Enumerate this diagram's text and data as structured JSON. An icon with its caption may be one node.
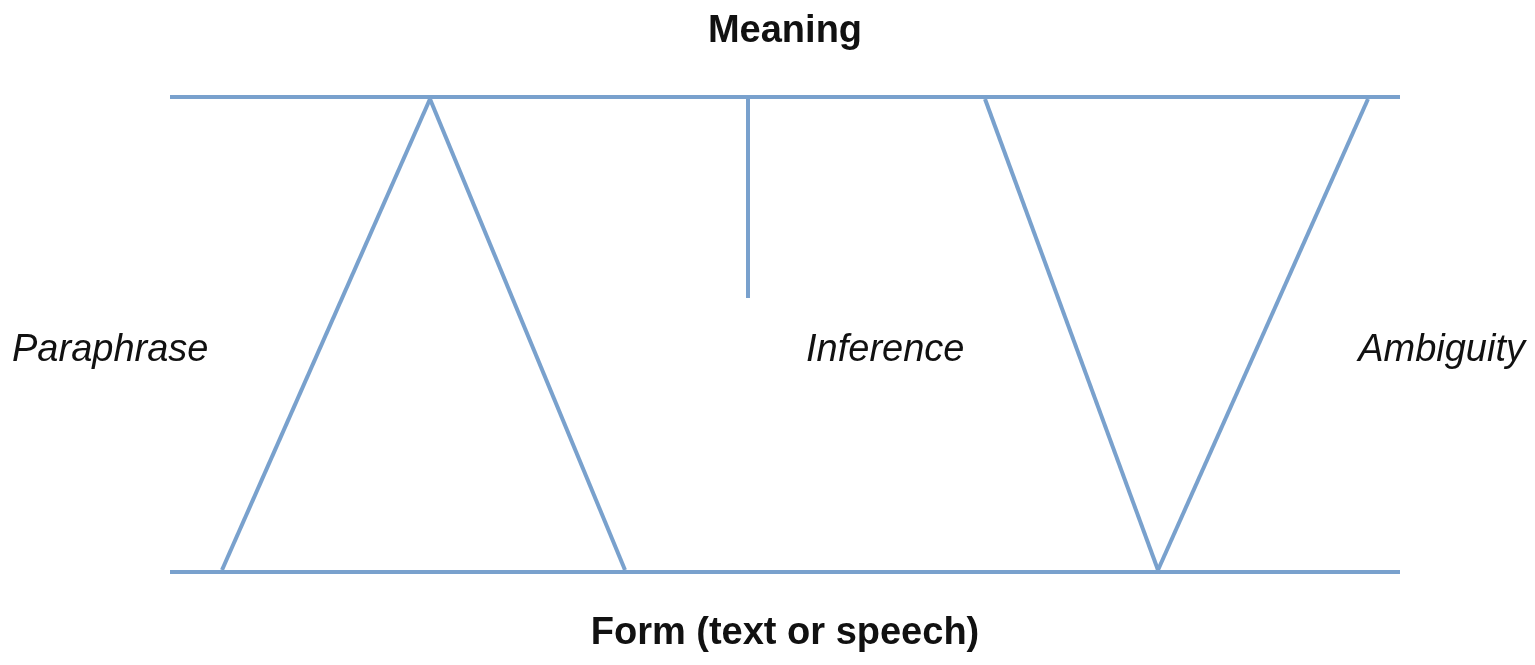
{
  "diagram": {
    "nodes": [
      {
        "text": [
          "Meaning"
        ]
      },
      {
        "text": [
          "Form (text or speech)"
        ]
      }
    ],
    "edges": [
      {
        "from": 0,
        "to": 1,
        "arrow": "none"
      },
      {
        "from": 0,
        "to": 1,
        "arrow": "none"
      },
      {
        "from": 0,
        "to": null,
        "arrow": "none"
      },
      {
        "from": 1,
        "to": 0,
        "arrow": "none"
      },
      {
        "from": 1,
        "to": 0,
        "arrow": "none"
      }
    ],
    "labels": [
      "Paraphrase",
      "Inference",
      "Ambiguity"
    ]
  }
}
